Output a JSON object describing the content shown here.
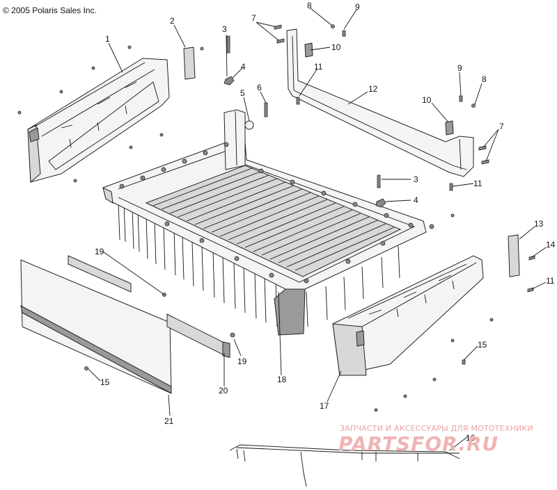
{
  "copyright": "© 2005 Polaris Sales Inc.",
  "watermark": {
    "text": "ЗАПЧАСТИ И АКСЕССУАРЫ ДЛЯ МОТОТЕХНИКИ",
    "logo": "PARTSFOR.RU",
    "color": "#e9a3a3"
  },
  "callouts": [
    {
      "id": "c1",
      "label": "1"
    },
    {
      "id": "c2",
      "label": "2"
    },
    {
      "id": "c3a",
      "label": "3"
    },
    {
      "id": "c3b",
      "label": "3"
    },
    {
      "id": "c4a",
      "label": "4"
    },
    {
      "id": "c4b",
      "label": "4"
    },
    {
      "id": "c5",
      "label": "5"
    },
    {
      "id": "c6",
      "label": "6"
    },
    {
      "id": "c7a",
      "label": "7"
    },
    {
      "id": "c7b",
      "label": "7"
    },
    {
      "id": "c8a",
      "label": "8"
    },
    {
      "id": "c8b",
      "label": "8"
    },
    {
      "id": "c9a",
      "label": "9"
    },
    {
      "id": "c9b",
      "label": "9"
    },
    {
      "id": "c10a",
      "label": "10"
    },
    {
      "id": "c10b",
      "label": "10"
    },
    {
      "id": "c11a",
      "label": "11"
    },
    {
      "id": "c11b",
      "label": "11"
    },
    {
      "id": "c11c",
      "label": "11"
    },
    {
      "id": "c12",
      "label": "12"
    },
    {
      "id": "c13",
      "label": "13"
    },
    {
      "id": "c14",
      "label": "14"
    },
    {
      "id": "c15a",
      "label": "15"
    },
    {
      "id": "c15b",
      "label": "15"
    },
    {
      "id": "c16",
      "label": "16"
    },
    {
      "id": "c17",
      "label": "17"
    },
    {
      "id": "c18",
      "label": "18"
    },
    {
      "id": "c19a",
      "label": "19"
    },
    {
      "id": "c19b",
      "label": "19"
    },
    {
      "id": "c20",
      "label": "20"
    },
    {
      "id": "c21",
      "label": "21"
    }
  ]
}
